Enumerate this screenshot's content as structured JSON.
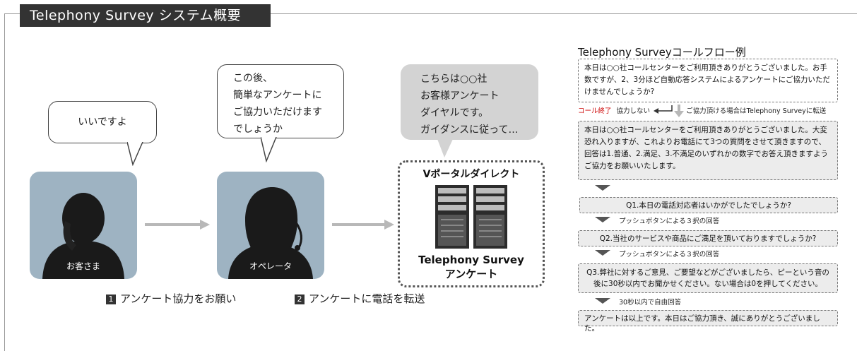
{
  "title": "Telephony Survey システム概要",
  "customer": {
    "bubble": "いいですよ",
    "label": "お客さま"
  },
  "operator": {
    "bubble_lines": [
      "この後、",
      "簡単なアンケートに",
      "ご協力いただけます",
      "でしょうか"
    ],
    "label": "オペレータ"
  },
  "system": {
    "bubble_lines": [
      "こちらは○○社",
      "お客様アンケート",
      "ダイヤルです。",
      "ガイダンスに従って…"
    ],
    "portal_title": "Vポータルダイレクト",
    "product_line1": "Telephony Survey",
    "product_line2": "アンケート"
  },
  "steps": [
    {
      "num": "1",
      "label": "アンケート協力をお願い"
    },
    {
      "num": "2",
      "label": "アンケートに電話を転送"
    }
  ],
  "flow": {
    "title": "Telephony Surveyコールフロー例",
    "intro": "本日は○○社コールセンターをご利用頂きありがとうございました。お手数ですが、2、3分ほど自動応答システムによるアンケートにご協力いただけませんでしょうか?",
    "call_end": "コール終了",
    "decline": "協力しない",
    "accept": "ご協力頂ける場合はTelephony Surveyに転送",
    "guidance": "本日は○○社コールセンターをご利用頂きありがとうございました。大変恐れ入りますが、これよりお電話にて3つの質問をさせて頂きますので、回答は1.普通、2.満足、3.不満足のいずれかの数字でお答え頂きますようご協力をお願いいたします。",
    "q1": "Q1.本日の電話対応者はいかがでしたでしょうか?",
    "a1": "プッシュボタンによる３択の回答",
    "q2": "Q2.当社のサービスや商品にご満足を頂いておりますでしょうか?",
    "a2": "プッシュボタンによる３択の回答",
    "q3_line1": "Q3.弊社に対するご意見、ご要望などがございましたら、ピーという音の",
    "q3_line2": "後に30秒以内でお聞かせください。ない場合は0を押してください。",
    "a3": "30秒以内で自由回答",
    "closing": "アンケートは以上です。本日はご協力頂き、誠にありがとうございました。"
  },
  "colors": {
    "avatar_bg": "#9eb3c2",
    "header_bg": "#333333",
    "flow_box_bg": "#ececec",
    "call_end": "#cc0000"
  }
}
